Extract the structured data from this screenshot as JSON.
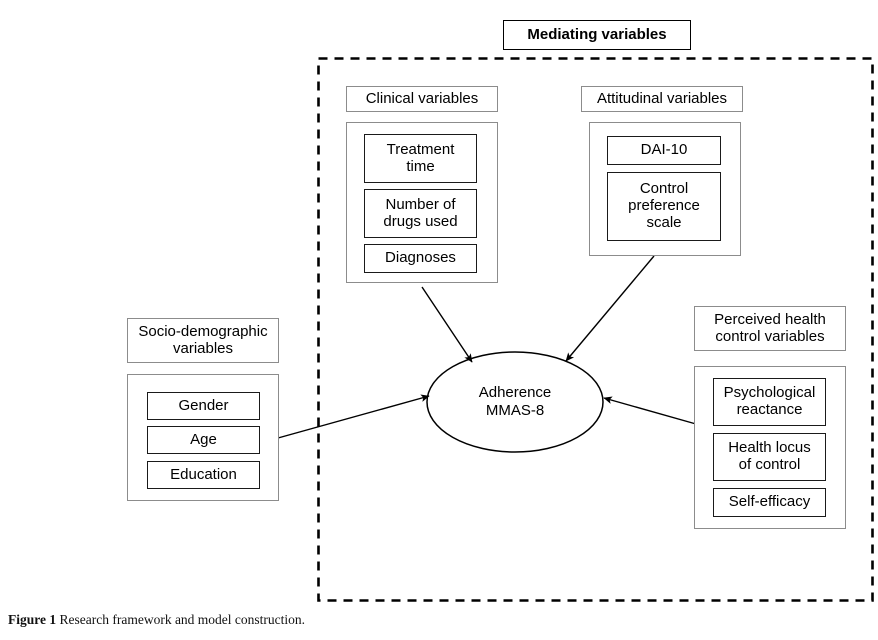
{
  "figure": {
    "caption_label": "Figure 1",
    "caption_text": "Research framework and model construction."
  },
  "frame": {
    "title": "Mediating variables",
    "style": "dashed",
    "color": "#000000"
  },
  "center_node": {
    "name": "adherence-node",
    "shape": "ellipse",
    "text": "Adherence\nMMAS-8"
  },
  "groups": {
    "clinical": {
      "header": "Clinical variables",
      "items": [
        {
          "label": "Treatment\ntime"
        },
        {
          "label": "Number of\ndrugs used"
        },
        {
          "label": "Diagnoses"
        }
      ]
    },
    "attitudinal": {
      "header": "Attitudinal variables",
      "items": [
        {
          "label": "DAI-10"
        },
        {
          "label": "Control\npreference\nscale"
        }
      ]
    },
    "socio_demographic": {
      "header": "Socio-demographic\nvariables",
      "items": [
        {
          "label": "Gender"
        },
        {
          "label": "Age"
        },
        {
          "label": "Education"
        }
      ]
    },
    "perceived_health_control": {
      "header": "Perceived health\ncontrol variables",
      "items": [
        {
          "label": "Psychological\nreactance"
        },
        {
          "label": "Health locus\nof control"
        },
        {
          "label": "Self-efficacy"
        }
      ]
    }
  },
  "edges": [
    {
      "from": "clinical",
      "to": "adherence-node",
      "arrow": "single"
    },
    {
      "from": "attitudinal",
      "to": "adherence-node",
      "arrow": "single"
    },
    {
      "from": "socio_demographic",
      "to": "adherence-node",
      "arrow": "single"
    },
    {
      "from": "perceived_health_control",
      "to": "adherence-node",
      "arrow": "single"
    }
  ]
}
